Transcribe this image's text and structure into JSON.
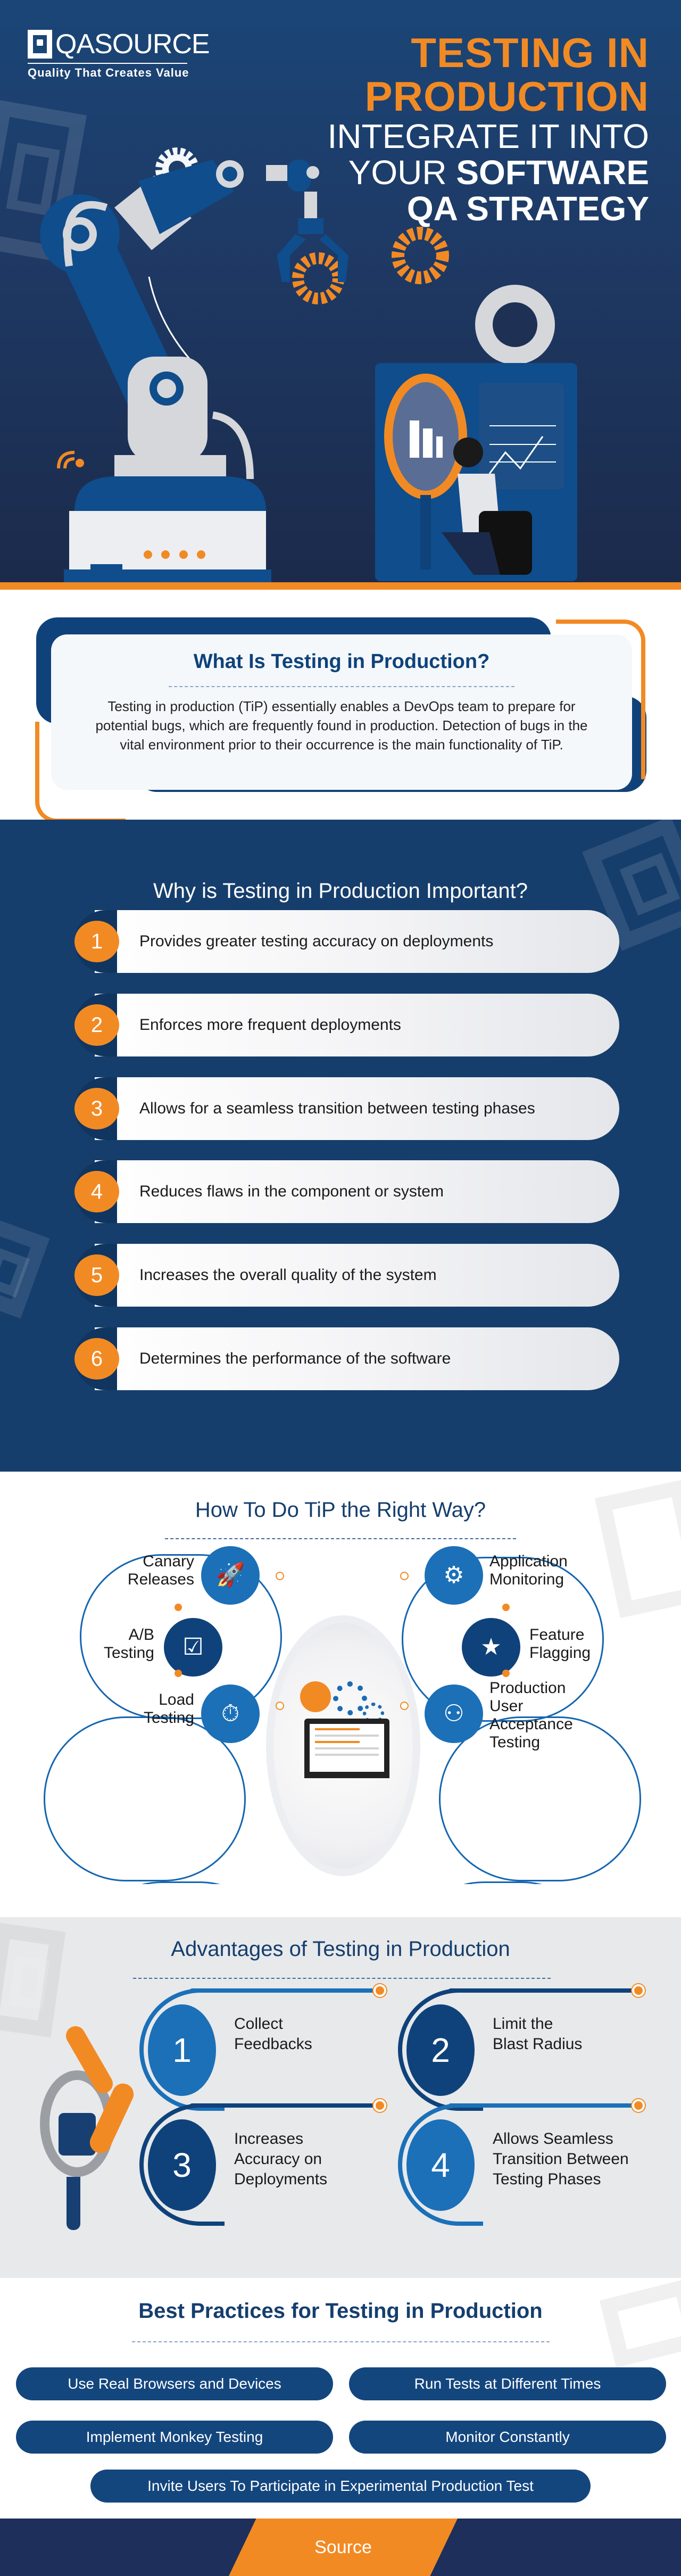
{
  "brand": {
    "name": "QASOURCE",
    "tagline": "Quality That Creates Value",
    "colors": {
      "navy": "#163e6c",
      "orange": "#f28a24",
      "blue": "#1b70b8",
      "light_gray": "#e8e9eb"
    }
  },
  "hero": {
    "title_line1": "TESTING IN",
    "title_line2": "PRODUCTION",
    "subtitle_line1": "INTEGRATE IT INTO",
    "subtitle_line2_light": "YOUR ",
    "subtitle_line2_bold": "SOFTWARE",
    "subtitle_line3": "QA STRATEGY",
    "illustration": "robot-arm-and-analyst-with-magnifier"
  },
  "what_is": {
    "heading": "What Is Testing in Production?",
    "body": "Testing in production (TiP) essentially enables a DevOps team to prepare for potential bugs, which are frequently found in production. Detection of bugs in the vital environment prior to their occurrence is the main functionality of TiP."
  },
  "why": {
    "heading": "Why is Testing in Production Important?",
    "items": [
      {
        "num": "1",
        "text": "Provides greater testing accuracy on deployments"
      },
      {
        "num": "2",
        "text": "Enforces more frequent deployments"
      },
      {
        "num": "3",
        "text": "Allows for a seamless transition between testing phases"
      },
      {
        "num": "4",
        "text": "Reduces flaws in the component or system"
      },
      {
        "num": "5",
        "text": "Increases the overall quality of the system"
      },
      {
        "num": "6",
        "text": "Determines the performance of the software"
      }
    ]
  },
  "how": {
    "heading": "How To Do TiP the Right Way?",
    "items": [
      {
        "label_1": "Canary",
        "label_2": "Releases",
        "icon": "rocket-icon",
        "glyph": "🚀"
      },
      {
        "label_1": "A/B",
        "label_2": "Testing",
        "icon": "ab-test-icon",
        "glyph": "☑"
      },
      {
        "label_1": "Load",
        "label_2": "Testing",
        "icon": "stopwatch-server-icon",
        "glyph": "⏱"
      },
      {
        "label_1": "Application",
        "label_2": "Monitoring",
        "icon": "magnifier-gear-icon",
        "glyph": "⚙"
      },
      {
        "label_1": "Feature",
        "label_2": "Flagging",
        "icon": "star-list-icon",
        "glyph": "★"
      },
      {
        "label_1": "Production",
        "label_2": "User",
        "label_3": "Acceptance",
        "label_4": "Testing",
        "icon": "user-network-icon",
        "glyph": "⚇"
      }
    ]
  },
  "advantages": {
    "heading": "Advantages of Testing in Production",
    "items": [
      {
        "num": "1",
        "line1": "Collect",
        "line2": "Feedbacks",
        "line3": ""
      },
      {
        "num": "2",
        "line1": "Limit the",
        "line2": "Blast Radius",
        "line3": ""
      },
      {
        "num": "3",
        "line1": "Increases",
        "line2": "Accuracy on",
        "line3": "Deployments"
      },
      {
        "num": "4",
        "line1": "Allows Seamless",
        "line2": "Transition Between",
        "line3": "Testing Phases"
      }
    ]
  },
  "best_practices": {
    "heading": "Best Practices for Testing in Production",
    "items": [
      "Use Real Browsers and Devices",
      "Run Tests at Different Times",
      "Implement Monkey Testing",
      "Monitor Constantly",
      "Invite Users To Participate in Experimental Production Test"
    ]
  },
  "footer": {
    "source_label": "Source"
  }
}
